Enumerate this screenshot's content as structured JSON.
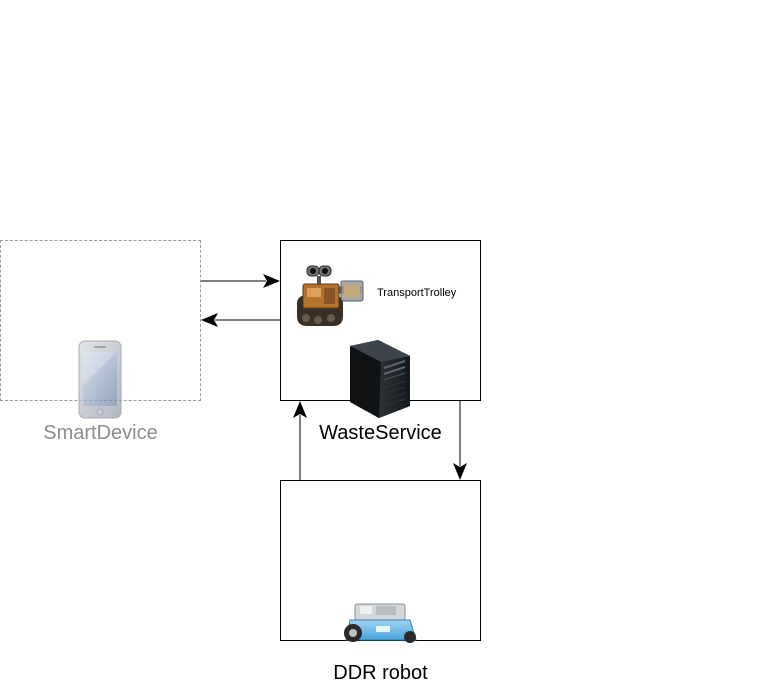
{
  "diagram": {
    "nodes": {
      "smart_device": {
        "label": "SmartDevice",
        "icon": "smartphone-icon"
      },
      "waste_service": {
        "label": "WasteService",
        "icons": [
          "wall-e-robot-icon",
          "server-tower-icon"
        ]
      },
      "transport_trolley": {
        "label": "TransportTrolley"
      },
      "ddr_robot": {
        "label": "DDR robot",
        "icon": "mbot-robot-icon"
      }
    },
    "edges": [
      {
        "from": "SmartDevice",
        "to": "WasteService"
      },
      {
        "from": "WasteService",
        "to": "SmartDevice"
      },
      {
        "from": "WasteService",
        "to": "DDR robot"
      },
      {
        "from": "DDR robot",
        "to": "WasteService"
      }
    ],
    "colors": {
      "dashed_border": "#9a9a9a",
      "muted_text": "#8c8c8c",
      "stroke": "#000000"
    }
  }
}
